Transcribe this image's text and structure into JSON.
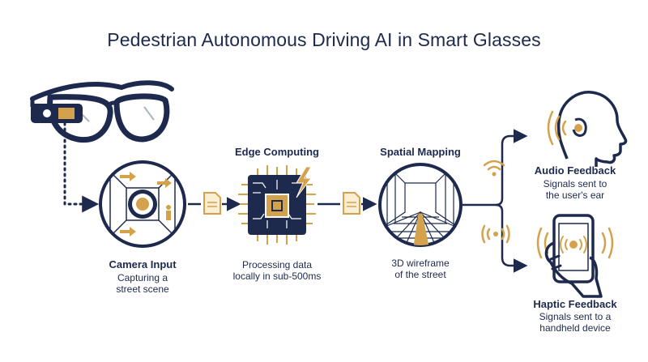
{
  "title": "Pedestrian Autonomous Driving AI in Smart Glasses",
  "colors": {
    "navy": "#1d2a4d",
    "gold": "#d4a24c",
    "light": "#f3ead8"
  },
  "stages": {
    "camera": {
      "label": "Camera Input",
      "desc": [
        "Capturing a",
        "street scene"
      ],
      "icon": "camera-aperture-icon"
    },
    "edge": {
      "label": "Edge Computing",
      "desc": [
        "Processing data",
        "locally in sub-500ms"
      ],
      "icon": "cpu-chip-icon"
    },
    "spatial": {
      "label": "Spatial Mapping",
      "desc": [
        "3D wireframe",
        "of the street"
      ],
      "icon": "wireframe-street-icon"
    },
    "audio": {
      "label": "Audio Feedback",
      "desc": [
        "Signals sent to",
        "the user's ear"
      ],
      "icon": "head-ear-icon"
    },
    "haptic": {
      "label": "Haptic Feedback",
      "desc": [
        "Signals sent to a",
        "handheld device"
      ],
      "icon": "phone-vibration-icon"
    }
  }
}
